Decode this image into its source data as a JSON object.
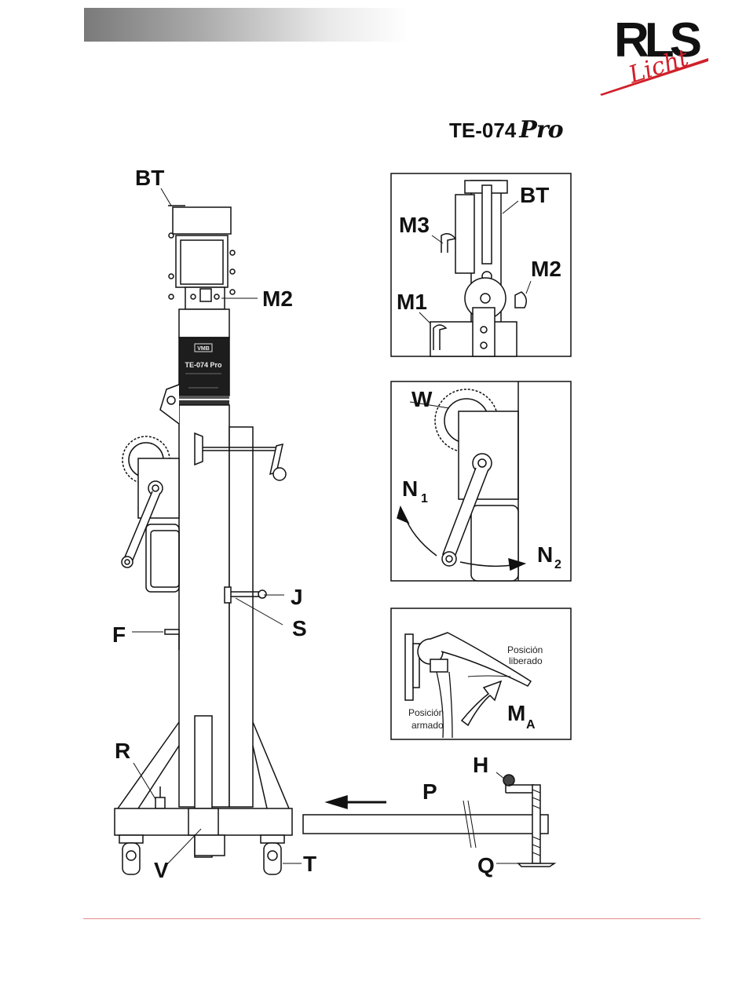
{
  "model": {
    "code": "TE-074",
    "suffix": "Pro"
  },
  "logo": {
    "letters": "RLS",
    "script": "Licht",
    "colors": {
      "dark": "#111111",
      "accent": "#d0202a"
    }
  },
  "label_plate": {
    "brand": "VMB",
    "model": "TE-074 Pro"
  },
  "main_labels": {
    "BT": "BT",
    "M2": "M2",
    "J": "J",
    "S": "S",
    "F": "F",
    "R": "R",
    "P": "P",
    "H": "H",
    "V": "V",
    "T": "T",
    "Q": "Q"
  },
  "detail1": {
    "labels": {
      "BT": "BT",
      "M3": "M3",
      "M2": "M2",
      "M1": "M1"
    }
  },
  "detail2": {
    "labels": {
      "W": "W",
      "N1": "N",
      "N1_sub": "1",
      "N2": "N",
      "N2_sub": "2"
    }
  },
  "detail3": {
    "released_line1": "Posición",
    "released_line2": "liberado",
    "armed_line1": "Posición",
    "armed_line2": "armado",
    "MA": "M",
    "MA_sub": "A"
  },
  "colors": {
    "ink": "#111111",
    "footer_line": "#e58a8a"
  }
}
